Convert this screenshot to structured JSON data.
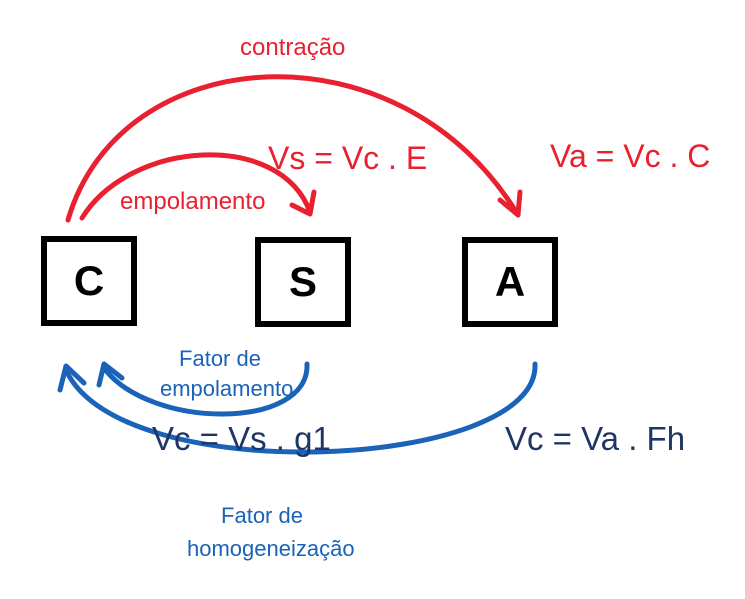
{
  "nodes": {
    "c": "C",
    "s": "S",
    "a": "A"
  },
  "labels": {
    "contracao": "contração",
    "empolamento": "empolamento",
    "vs_formula": "Vs = Vc . E",
    "va_formula": "Va = Vc . C",
    "fator_empolamento_1": "Fator de",
    "fator_empolamento_2": "empolamento",
    "vc_vs_formula": "Vc = Vs  . g1",
    "vc_va_formula": "Vc = Va . Fh",
    "fator_homog_1": "Fator de",
    "fator_homog_2": "homogeneização"
  },
  "colors": {
    "red": "#e8202f",
    "blue": "#1a63b8",
    "navy": "#1f3566"
  }
}
